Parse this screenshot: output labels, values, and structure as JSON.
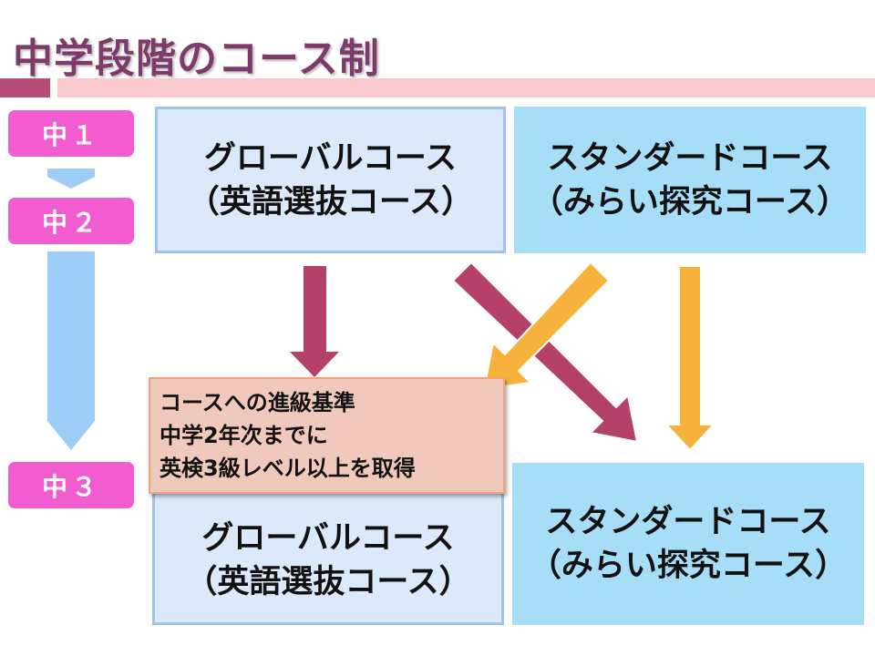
{
  "title": "中学段階のコース制",
  "colors": {
    "title": "#7d3a6a",
    "accent_dark": "#b64d76",
    "accent_light": "#f9c9cd",
    "grade_badge": "#f35cd0",
    "global_box": "#dce9fb",
    "standard_box": "#a6def7",
    "arrow_global": "#b5406a",
    "arrow_standard": "#f6b23a",
    "timeline_arrow": "#9dcdf6",
    "criteria_box": "#f0c8bc"
  },
  "grades": [
    "中１",
    "中２",
    "中３"
  ],
  "courses": {
    "global": {
      "name": "グローバルコース",
      "sub": "（英語選抜コース）"
    },
    "standard": {
      "name": "スタンダードコース",
      "sub": "（みらい探究コース）"
    }
  },
  "criteria": {
    "lines": [
      "コースへの進級基準",
      "中学2年次までに",
      "英検3級レベル以上を取得"
    ]
  }
}
